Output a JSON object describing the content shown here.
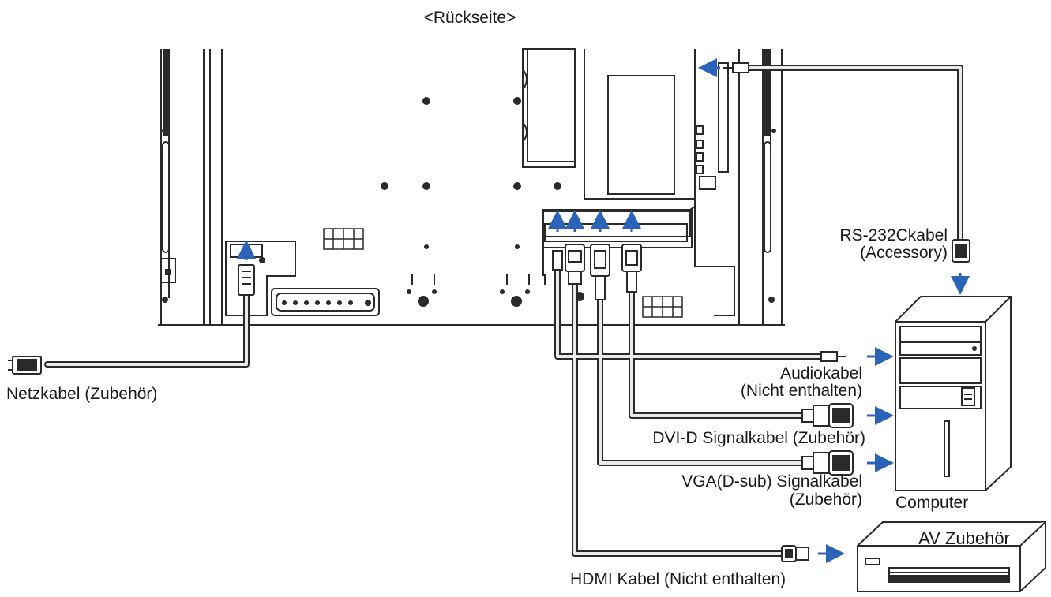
{
  "title": "<Rückseite>",
  "labels": {
    "power_cable": "Netzkabel (Zubehör)",
    "rs232_line1": "RS-232Ckabel",
    "rs232_line2": "(Accessory)",
    "audio_line1": "Audiokabel",
    "audio_line2": "(Nicht enthalten)",
    "dvi": "DVI-D Signalkabel (Zubehör)",
    "vga_line1": "VGA(D-sub) Signalkabel",
    "vga_line2": "(Zubehör)",
    "computer": "Computer",
    "av": "AV Zubehör",
    "hdmi": "HDMI Kabel (Nicht enthalten)"
  },
  "colors": {
    "line": "#2a2a2a",
    "cable_fill": "#e9e9e9",
    "arrow": "#2b63b8"
  }
}
